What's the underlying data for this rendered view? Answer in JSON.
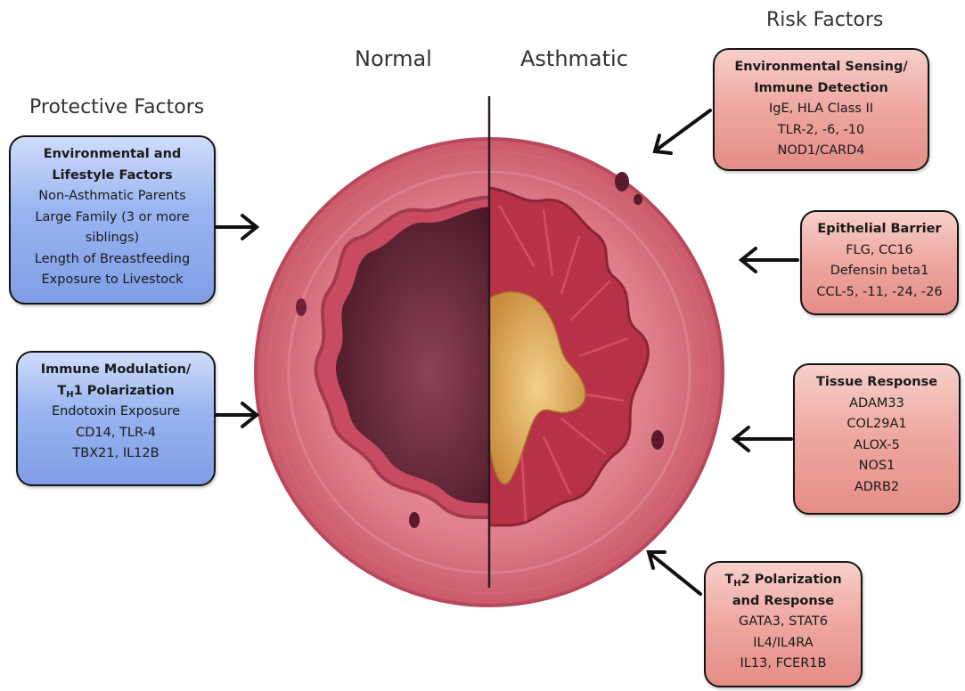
{
  "headings": {
    "risk": "Risk Factors",
    "protective": "Protective Factors",
    "normal": "Normal",
    "asthmatic": "Asthmatic"
  },
  "protective_boxes": [
    {
      "title_lines": [
        "Environmental and",
        "Lifestyle Factors"
      ],
      "items": [
        "Non-Asthmatic Parents",
        "Large Family (3 or more",
        "siblings)",
        "Length of Breastfeeding",
        "Exposure to Livestock"
      ]
    },
    {
      "title_line1": "Immune Modulation/",
      "title_line2_prefix": "T",
      "title_line2_sub": "H",
      "title_line2_suffix": "1 Polarization",
      "items": [
        "Endotoxin Exposure",
        "CD14, TLR-4",
        "TBX21, IL12B"
      ]
    }
  ],
  "risk_boxes": [
    {
      "title_lines": [
        "Environmental Sensing/",
        "Immune Detection"
      ],
      "items": [
        "IgE, HLA Class II",
        "TLR-2, -6, -10",
        "NOD1/CARD4"
      ]
    },
    {
      "title_lines": [
        "Epithelial Barrier"
      ],
      "items": [
        "FLG, CC16",
        "Defensin beta1",
        "CCL-5, -11, -24, -26"
      ]
    },
    {
      "title_lines": [
        "Tissue Response"
      ],
      "items": [
        "ADAM33",
        "COL29A1",
        "ALOX-5",
        "NOS1",
        "ADRB2"
      ]
    },
    {
      "title_line1_prefix": "T",
      "title_line1_sub": "H",
      "title_line1_suffix": "2 Polarization",
      "title_line2": "and Response",
      "items": [
        "GATA3, STAT6",
        "IL4/IL4RA",
        "IL13, FCER1B"
      ]
    }
  ],
  "colors": {
    "protective_box": "#98b4f0",
    "risk_box": "#efaaa3",
    "airway_wall": "#d9737f",
    "normal_lumen": "#6e2a3c",
    "asthmatic_mucus": "#e2b25a",
    "arrow": "#111111"
  },
  "icons": {
    "arrow": "arrow-icon",
    "airway": "airway-cross-section-illustration"
  }
}
